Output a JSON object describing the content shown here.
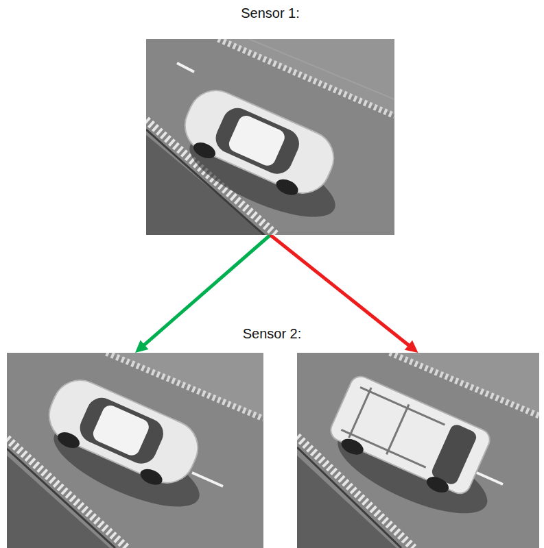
{
  "diagram": {
    "nodes": [
      {
        "text": [
          "Sensor 1:"
        ]
      },
      {
        "text": [
          "Sensor 2:"
        ]
      },
      {
        "text": [],
        "in": 1
      },
      {
        "text": [],
        "in": 1
      }
    ],
    "edges": [
      {
        "from": 0,
        "to": 2,
        "arrow": "to"
      },
      {
        "from": 0,
        "to": 3,
        "arrow": "to"
      }
    ]
  }
}
